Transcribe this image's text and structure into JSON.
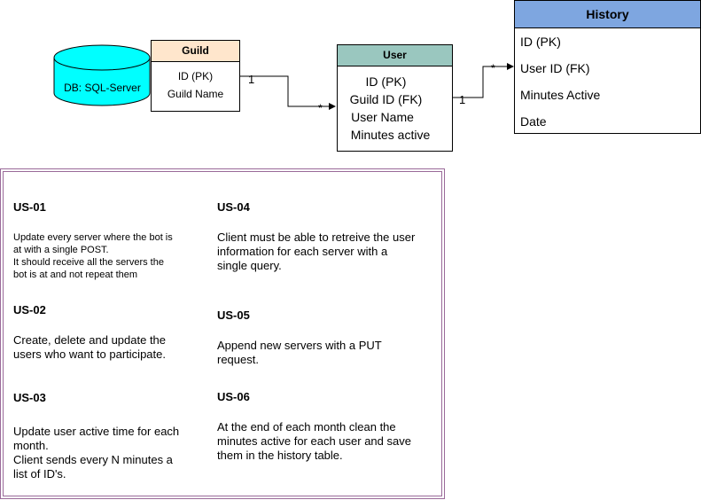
{
  "colors": {
    "database": "#00ffff",
    "guild_header": "#ffe6cc",
    "user_header": "#9ac7bf",
    "history_header": "#7ea6e0",
    "stories_border": "#9a6a99"
  },
  "database": {
    "label": "DB: SQL-Server"
  },
  "guild": {
    "title": "Guild",
    "fields": [
      "ID (PK)",
      "Guild Name"
    ]
  },
  "user": {
    "title": "User",
    "fields": [
      "ID (PK)",
      "Guild ID (FK)",
      "User Name",
      "Minutes active"
    ]
  },
  "history": {
    "title": "History",
    "fields": [
      "ID (PK)",
      "User ID (FK)",
      "Minutes Active",
      "Date"
    ]
  },
  "relations": {
    "guild_user": {
      "from": "1",
      "to": "*"
    },
    "user_history": {
      "from": "1",
      "to": "*"
    }
  },
  "stories": [
    {
      "id": "US-01",
      "lines": [
        "Update every server where the bot is",
        "at with a single POST.",
        "It should receive all the servers the",
        "bot is at and not repeat them"
      ]
    },
    {
      "id": "US-02",
      "lines": [
        "Create, delete and update the",
        "users who want to participate."
      ]
    },
    {
      "id": "US-03",
      "lines": [
        "Update user active time for each",
        "month.",
        "Client sends every N minutes a",
        "list of ID's."
      ]
    },
    {
      "id": "US-04",
      "lines": [
        "Client must be able to retreive the user",
        "information for each server with a",
        "single query."
      ]
    },
    {
      "id": "US-05",
      "lines": [
        "Append new servers with a PUT",
        "request."
      ]
    },
    {
      "id": "US-06",
      "lines": [
        "At the end of each month clean the",
        "minutes active for each user and save",
        "them in the history table."
      ]
    }
  ]
}
